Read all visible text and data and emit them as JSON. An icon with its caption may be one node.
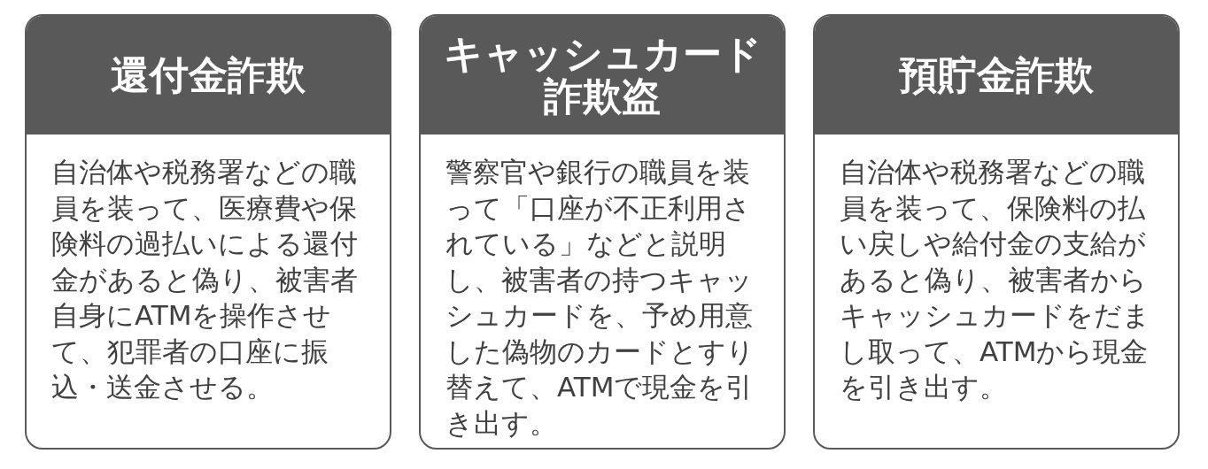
{
  "diagram": {
    "nodes": [
      {
        "text": [
          "還付金詐欺",
          "自治体や税務署などの職員を装って、医療費や保険料の過払いによる還付金があると偽り、被害者自身にATMを操作させて、犯罪者の口座に振込・送金させる。"
        ]
      },
      {
        "text": [
          "キャッシュカード詐欺盗",
          "警察官や銀行の職員を装って「口座が不正利用されている」などと説明し、被害者の持つキャッシュカードを、予め用意した偽物のカードとすり替えて、ATMで現金を引き出す。"
        ]
      },
      {
        "text": [
          "預貯金詐欺",
          "自治体や税務署などの職員を装って、保険料の払い戻しや給付金の支給があると偽り、被害者からキャッシュカードをだまし取って、ATMから現金を引き出す。"
        ]
      }
    ]
  }
}
